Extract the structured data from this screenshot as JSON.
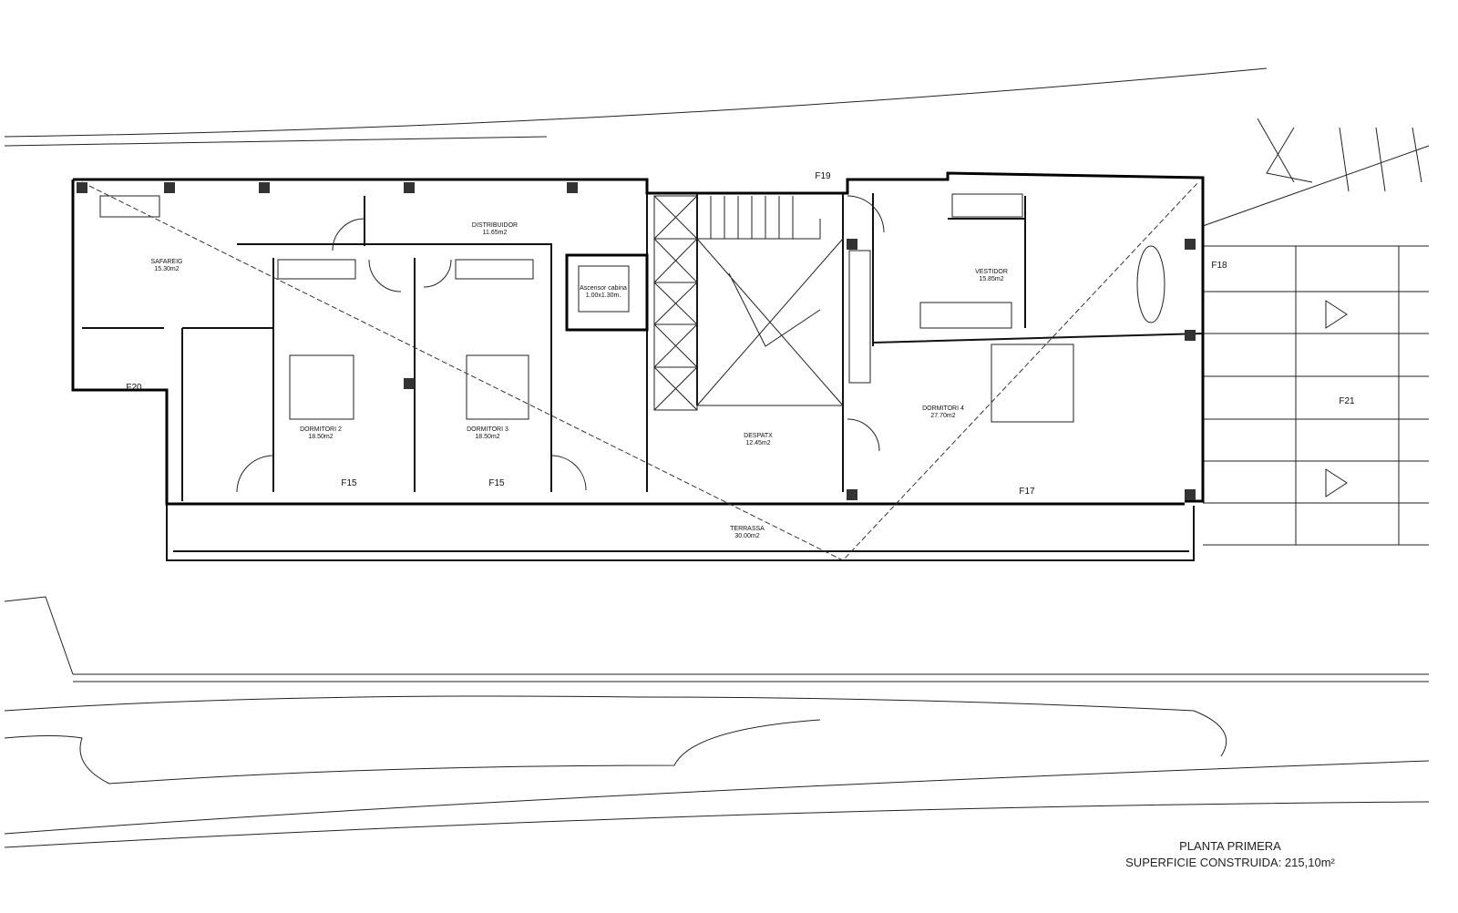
{
  "plan": {
    "rooms": [
      {
        "name": "SAFAREIG",
        "area": "15.30m2"
      },
      {
        "name": "DISTRIBUIDOR",
        "area": "11.65m2"
      },
      {
        "name": "DORMITORI 2",
        "area": "18.50m2"
      },
      {
        "name": "DORMITORI 3",
        "area": "18.50m2"
      },
      {
        "name": "Ascensor cabina",
        "area": "1.00x1.30m."
      },
      {
        "name": "DESPATX",
        "area": "12.45m2"
      },
      {
        "name": "VESTIDOR",
        "area": "15.85m2"
      },
      {
        "name": "DORMITORI 4",
        "area": "27.70m2"
      },
      {
        "name": "TERRASSA",
        "area": "30.00m2"
      }
    ],
    "facades": {
      "f15a": "F15",
      "f15b": "F15",
      "f17": "F17",
      "f18": "F18",
      "f19": "F19",
      "f20": "F20",
      "f21": "F21"
    }
  },
  "caption": {
    "title": "PLANTA PRIMERA",
    "surface": "SUPERFICIE CONSTRUIDA: 215,10m²"
  }
}
